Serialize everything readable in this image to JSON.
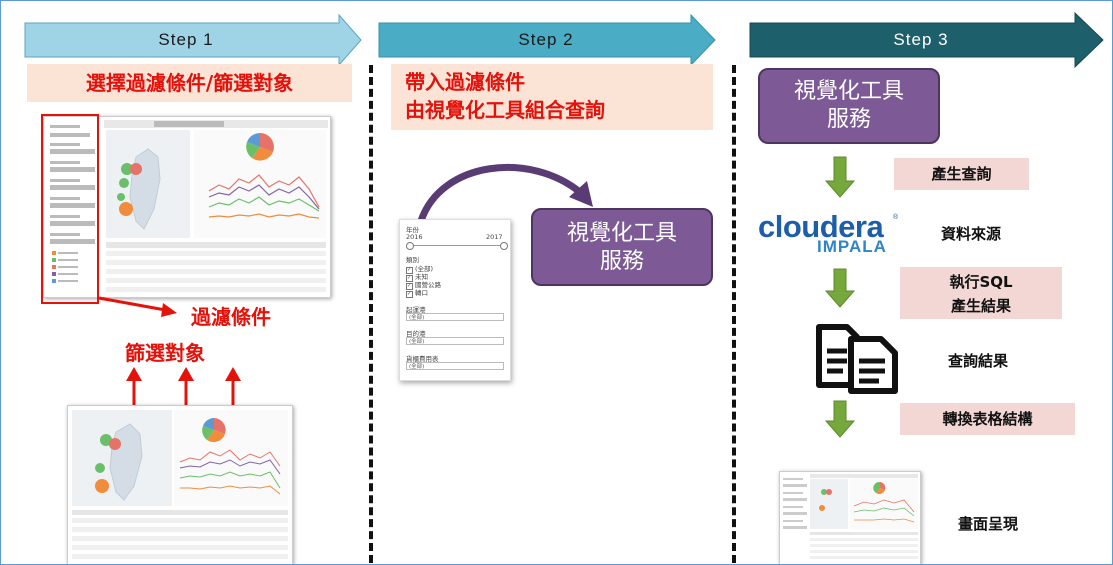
{
  "steps": [
    {
      "label": "Step 1",
      "color": "#9fd3e6"
    },
    {
      "label": "Step 2",
      "color": "#4bacc6"
    },
    {
      "label": "Step 3",
      "color": "#1d5f6b"
    }
  ],
  "step1": {
    "banner": "選擇過濾條件/篩選對象",
    "filter_label": "過濾條件",
    "target_label": "篩選對象"
  },
  "step2": {
    "banner_line1": "帶入過濾條件",
    "banner_line2": "由視覺化工具組合查詢",
    "tool_line1": "視覺化工具",
    "tool_line2": "服務",
    "filter_panel": {
      "year_label": "年份",
      "year_min": "2016",
      "year_max": "2017",
      "category_label": "類別",
      "checkboxes": [
        "(全部)",
        "未知",
        "國營公路",
        "轉口"
      ],
      "origin_label": "起運港",
      "origin_value": "(全部)",
      "dest_label": "目的港",
      "dest_value": "(全部)",
      "goods_label": "貨櫃費用表",
      "goods_value": "(全部)"
    }
  },
  "step3": {
    "tool_line1": "視覺化工具",
    "tool_line2": "服務",
    "query_label": "產生查詢",
    "cloudera_logo": "cloudera",
    "impala_logo": "IMPALA",
    "source_label": "資料來源",
    "exec_line1": "執行SQL",
    "exec_line2": "產生結果",
    "result_label": "查詢結果",
    "convert_label": "轉換表格結構",
    "render_label": "畫面呈現"
  },
  "colors": {
    "red": "#e3120b",
    "purple": "#7d5a95",
    "green_arrow": "#77a83c",
    "cloudera_blue": "#1c5fa8",
    "impala_blue": "#2f86c6"
  }
}
